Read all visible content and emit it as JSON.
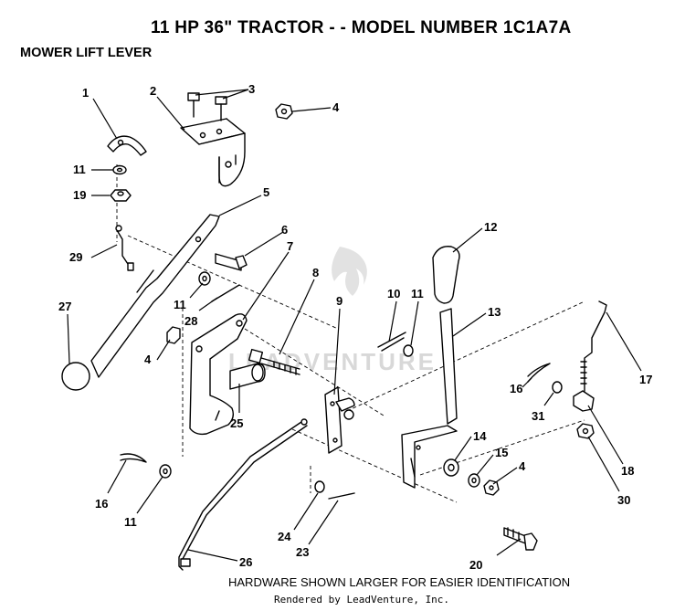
{
  "header": {
    "title": "11 HP 36\" TRACTOR - - MODEL NUMBER 1C1A7A",
    "subtitle": "MOWER LIFT LEVER"
  },
  "footer": {
    "note": "HARDWARE SHOWN LARGER FOR EASIER IDENTIFICATION",
    "credit": "Rendered by LeadVenture, Inc."
  },
  "watermark": "LEADVENTURE",
  "callouts": [
    {
      "key": "c1",
      "text": "1"
    },
    {
      "key": "c2",
      "text": "2"
    },
    {
      "key": "c3",
      "text": "3"
    },
    {
      "key": "c4a",
      "text": "4"
    },
    {
      "key": "c11a",
      "text": "11"
    },
    {
      "key": "c19",
      "text": "19"
    },
    {
      "key": "c5",
      "text": "5"
    },
    {
      "key": "c6",
      "text": "6"
    },
    {
      "key": "c7",
      "text": "7"
    },
    {
      "key": "c29",
      "text": "29"
    },
    {
      "key": "c27",
      "text": "27"
    },
    {
      "key": "c11b",
      "text": "11"
    },
    {
      "key": "c28",
      "text": "28"
    },
    {
      "key": "c4b",
      "text": "4"
    },
    {
      "key": "c8",
      "text": "8"
    },
    {
      "key": "c9",
      "text": "9"
    },
    {
      "key": "c10",
      "text": "10"
    },
    {
      "key": "c11c",
      "text": "11"
    },
    {
      "key": "c12",
      "text": "12"
    },
    {
      "key": "c13",
      "text": "13"
    },
    {
      "key": "c25",
      "text": "25"
    },
    {
      "key": "c17",
      "text": "17"
    },
    {
      "key": "c16a",
      "text": "16"
    },
    {
      "key": "c31",
      "text": "31"
    },
    {
      "key": "c18",
      "text": "18"
    },
    {
      "key": "c30",
      "text": "30"
    },
    {
      "key": "c14",
      "text": "14"
    },
    {
      "key": "c15",
      "text": "15"
    },
    {
      "key": "c4c",
      "text": "4"
    },
    {
      "key": "c16b",
      "text": "16"
    },
    {
      "key": "c11d",
      "text": "11"
    },
    {
      "key": "c24",
      "text": "24"
    },
    {
      "key": "c23",
      "text": "23"
    },
    {
      "key": "c26",
      "text": "26"
    },
    {
      "key": "c20",
      "text": "20"
    }
  ]
}
